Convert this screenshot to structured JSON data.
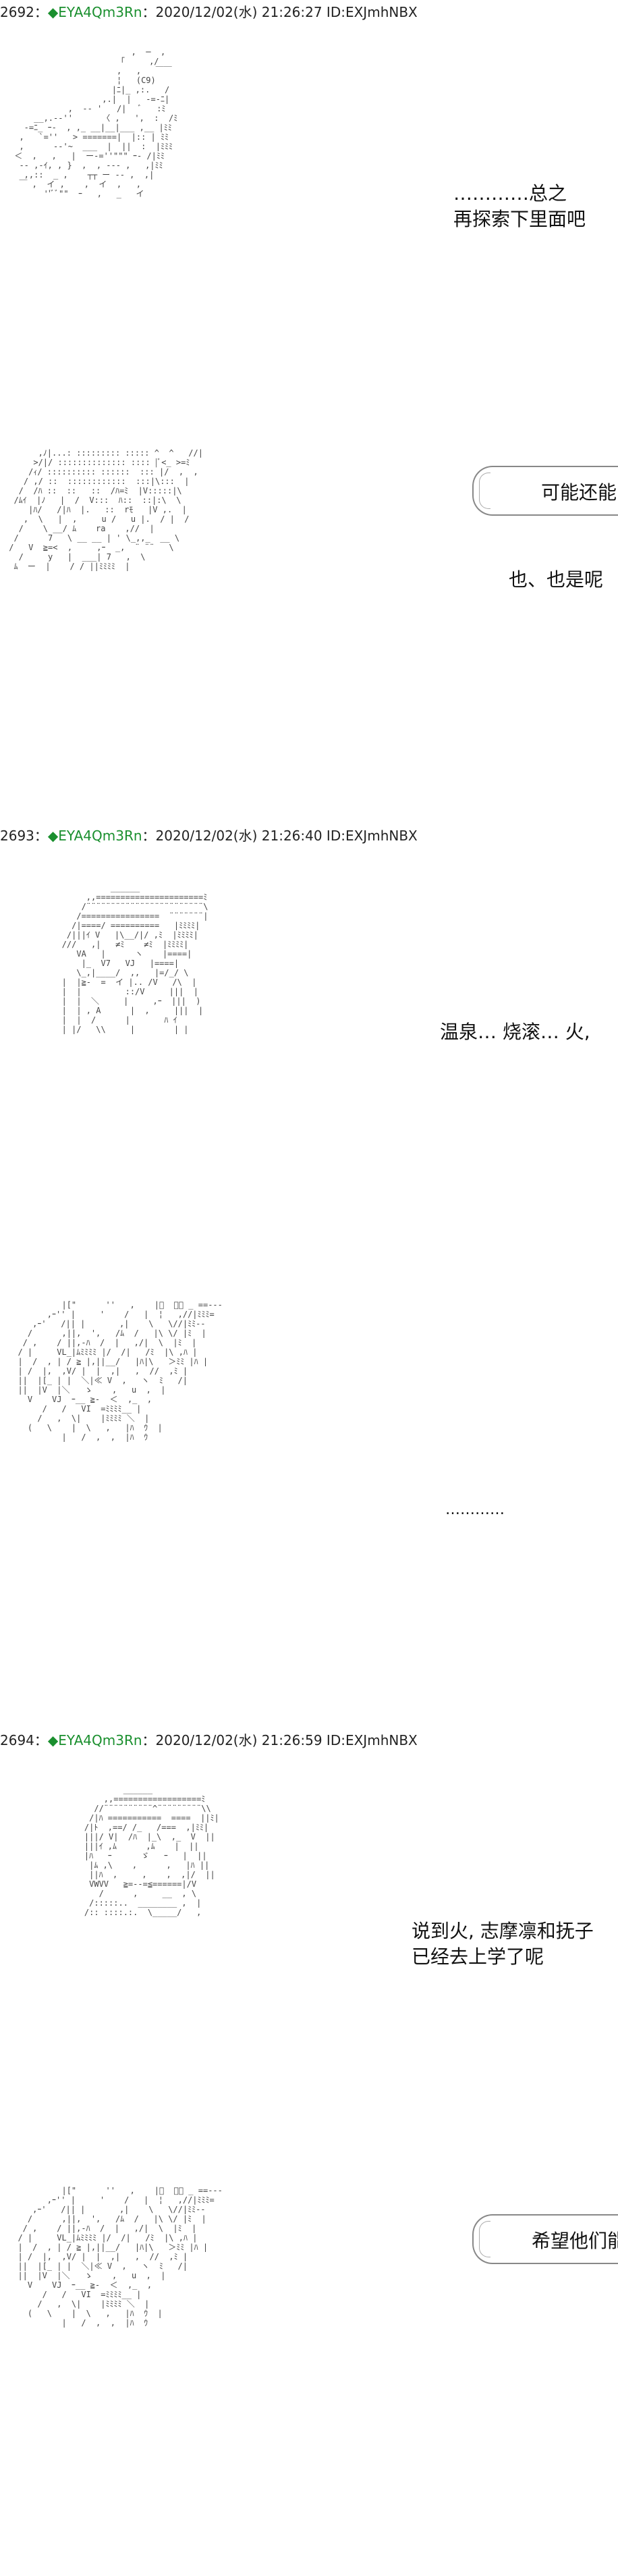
{
  "posts": [
    {
      "num": "2692",
      "sep": "：",
      "trip": "◆EYA4Qm3Rn",
      "date": "：2020/12/02(水) 21:26:27 ID:EXJmhNBX"
    },
    {
      "num": "2693",
      "sep": "：",
      "trip": "◆EYA4Qm3Rn",
      "date": "：2020/12/02(水) 21:26:40 ID:EXJmhNBX"
    },
    {
      "num": "2694",
      "sep": "：",
      "trip": "◆EYA4Qm3Rn",
      "date": "：2020/12/02(水) 21:26:59 ID:EXJmhNBX"
    }
  ],
  "dialogue": {
    "p1_line1": "…………总之",
    "p1_line2": "再探索下里面吧",
    "p2_bubble": "可能还能",
    "p3_text": "也、也是呢",
    "p4_text": "温泉… 烧滚… 火,",
    "p5_text": "…………",
    "p6_line1": "说到火, 志摩凛和抚子",
    "p6_line2": "已经去上学了呢",
    "p7_bubble": "希望他们能文"
  },
  "art": {
    "a1": "                         ,  ─  ,\n                      「     ,/ \n                      ,   ,   ￣￣\n                      ¦   (C9) \n                     |ﾆ|_ ,:.   /\n                   ,.|  |   -=-ﾆ|\n            ,  -‐ '   /|   ﾞ   :ﾐ\n     __,.-‐''      〈 ,   ',  :  /ﾐ\n   -=ﾆ_ ｰ-  , ,_ __|__|___ ,__ |ﾐﾐ\n  ,   `=''   > =======|  |:: | ﾐﾐ\n  ,      -‐'~  ___  |  ||  :  |ﾐﾐﾐ\n ＜  ,   ,   |  ー-=''\"\"\" ｰ- /|ﾐﾐ\n  -‐ ,-ｲ, , }  ,  , ‐-‐ ,   ,|ﾐﾐ\n   ,,::  _ ,    ┬┬ ー -- ,  ,|\n  ￣ ,  イ ,    ,  イ  ,   ,\n       ''ﾞﾞ\"\"  ｰ   ,   _   イ",
    "a2": "       ,ﾉ|...: ::::::::: ::::: ^  ^   //|\n      >/|/ :::::::::::::: :::: |ﾞ<_ >=ﾐ\n     /ｨ/ :::::::::: ::::::  ::: |/  ,  ,\n    / ,/ ::  ::::::::::::  :::|\\:::  |\n   /  /ﾊ ::  ::   ::  /ﾊ=ﾐ  |V:::::|\\\n  /ﾑｲ  |ﾉ   |  /  V:::  ﾊ::  ::|:\\  \\\n     |ﾊ/   /|ﾊ  |.   ::  rﾓ   |V ,.  |\n    ,  \\   |  ,     u /   u |.  / |  /\n   /    \\ __/ ﾑ    ra    ,//  |\n  /      7   \\ __ __ | ' \\_,,_  __ \\\n /   V  ≧=<  ,     ,ｰ  _,  ¨ ¨¨   \\\n   /     y   |  ___| 7   ,  \\\n  ﾑ  ー  |    / / ||ﾐﾐﾐﾐ  |",
    "a3": "             ______\n        ,,======================ﾐ\n       /¨¨¨¨¨¨¨¨¨¨¨¨¨¨¨¨¨¨¨¨¨¨¨¨\\\n      /================  ¨¨¨¨¨¨¨|\n     /|====/ ==========   |ﾐﾐﾐﾐ|\n    /|||ｲ V   |\\__/|/ ,ﾐ  |ﾐﾐﾐﾐ|\n   ///   ,|   ≠ﾐ    ≠ﾐ  |ﾐﾐﾐﾐ|\n      VA   |      ヽ    |====|\n       |_  V7   VJ   |====|\n      \\_,|____/  ,,   |=/_/ \\\n   |  |≧-  =  イ |.. /V   /\\  |\n   |  |         ::/V     |||  |\n   |  |  ＼     |     ,ｰ  |||  )\n   |  | , A      |  ,     |||  |\n   |  |  /      |       ﾊ ｲ\n   | |/   \\\\     |        | |",
    "a4": "           |[\"      ''   ,    |ﾞ  ｀〉 _ ==---\n        ,ｰ'' |     '    /   |  ¦   ,//|ﾐﾐﾐ=\n     ,ｰ'   /|| |       ,|    \\   \\//|ﾐﾐ--\n    /      ,||,  ',   /ﾑ  /   |\\ \\/ |ﾐ  |\n   / ,    / ||,‐ﾊ  /  |   ,/|  \\  |ﾐ  |\n  / |     VL_|ﾑﾐﾐﾐﾐ |/  /|   /ﾐ  |\\ ,ﾊ |\n  |  /  , | / ≧ |,||__/   |ﾊ|\\   ＞ﾐﾐ |ﾊ |\n  | /  |,  ,V/ |  |  ,|   ,  //  ,ﾐ |\n  ||  |[_ | |  ＼|≪ V  ,   ヽ  ﾐ   /|\n  ||  |V  |＼   ゝ    ,   u  ,  |\n    V    VJ  ｰ__ ≧-  ＜  ,_  ,\n       /   /   VI  =ﾐﾐﾐﾐ__ |\n      /   ,  \\|    |ﾐﾐﾐﾐ ＼  |\n    (   \\    |  \\   ,   |ﾊ  ｳ  |\n           |   /  ,  ,  |ﾊ  ｳ",
    "a5": "            ______\n        ,,==================ﾐ\n      //¨¨¨¨¨¨¨¨¨¨^¨¨¨¨¨¨¨¨¨\\\\\n     /|ﾊ ===========  ====  ||ﾐ|\n    /|ﾄ  ,==/ /_   /===  ,|ﾐﾐ|\n    |||/ V|  /ﾊ  |_\\  ,_  V  ||\n    |||ｲ ,ﾑ      ,ﾑ    |  ||\n    |ﾊ   ｰ      ゞ   ｰ   |  ||\n     |ﾑ ,\\    ,      ,   |ﾊ ||\n     ||ﾊ  ,     ,    ,  ,|/  ||\n     VWVV   ≧=--=≦======|/V\n       /      ,     __  , \\\n     /:::::..  ________ ,  |\n    /:: ::::.:.  \\_____/   ,",
    "a6": "           |[\"      ''   ,    |ﾞ  ｀〉 _ ==---\n        ,ｰ'' |     '    /   |  ¦   ,//|ﾐﾐﾐ=\n     ,ｰ'   /|| |       ,|    \\   \\//|ﾐﾐ--\n    /      ,||,  ',   /ﾑ  /   |\\ \\/ |ﾐ  |\n   / ,    / ||,‐ﾊ  /  |   ,/|  \\  |ﾐ  |\n  / |     VL_|ﾑﾐﾐﾐﾐ |/  /|   /ﾐ  |\\ ,ﾊ |\n  |  /  , | / ≧ |,||__/   |ﾊ|\\   ＞ﾐﾐ |ﾊ |\n  | /  |,  ,V/ |  |  ,|   ,  //  ,ﾐ |\n  ||  |[_ | |  ＼|≪ V  ,   ヽ  ﾐ   /|\n  ||  |V  |＼   ゝ    ,   u  ,  |\n    V    VJ  ｰ__ ≧-  ＜  ,_  ,\n       /   /   VI  =ﾐﾐﾐﾐ__ |\n      /   ,  \\|    |ﾐﾐﾐﾐ ＼  |\n    (   \\    |  \\   ,   |ﾊ  ｳ  |\n           |   /  ,  ,  |ﾊ  ｳ"
  }
}
